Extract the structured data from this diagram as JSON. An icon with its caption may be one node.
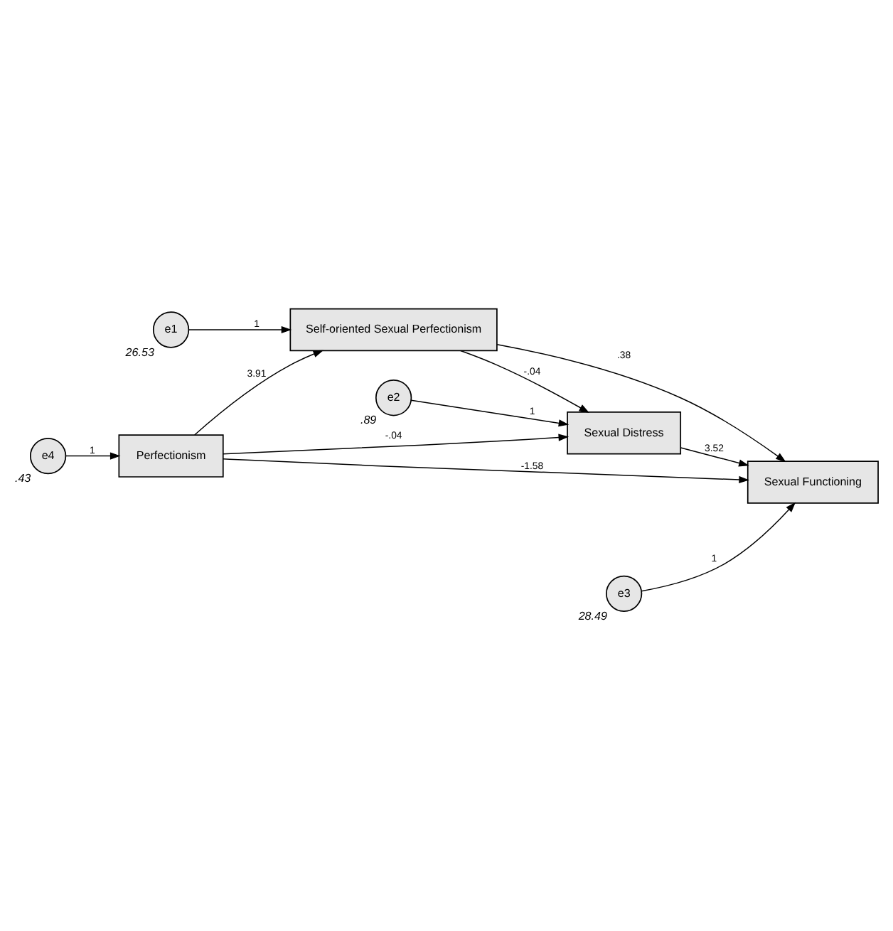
{
  "diagram": {
    "nodes": [
      {
        "text": [
          "e1"
        ],
        "beside": [
          "26.53"
        ]
      },
      {
        "text": [
          "Self-oriented Sexual Perfectionism"
        ]
      },
      {
        "text": [
          "e2"
        ],
        "beside": [
          ".89"
        ]
      },
      {
        "text": [
          "e4"
        ],
        "beside": [
          ".43"
        ]
      },
      {
        "text": [
          "Sexual Distress"
        ]
      },
      {
        "text": [
          "Perfectionism"
        ]
      },
      {
        "text": [
          "Sexual Functioning"
        ]
      },
      {
        "text": [
          "e3"
        ],
        "beside": [
          "28.49"
        ]
      }
    ],
    "edges": [
      {
        "from": 0,
        "to": 1,
        "arrow": "to",
        "label": "1"
      },
      {
        "from": 2,
        "to": 4,
        "arrow": "to",
        "label": "1"
      },
      {
        "from": 3,
        "to": 5,
        "arrow": "to",
        "label": "1"
      },
      {
        "from": 5,
        "to": 1,
        "arrow": "to",
        "label": "3.91"
      },
      {
        "from": 1,
        "to": 4,
        "arrow": "to",
        "label": "-.04"
      },
      {
        "from": 1,
        "to": 6,
        "arrow": "to",
        "label": ".38"
      },
      {
        "from": 5,
        "to": 4,
        "arrow": "to",
        "label": "-.04"
      },
      {
        "from": 5,
        "to": 6,
        "arrow": "to",
        "label": "-1.58"
      },
      {
        "from": 4,
        "to": 6,
        "arrow": "to",
        "label": "3.52"
      },
      {
        "from": 7,
        "to": 6,
        "arrow": "to",
        "label": "1"
      }
    ]
  }
}
